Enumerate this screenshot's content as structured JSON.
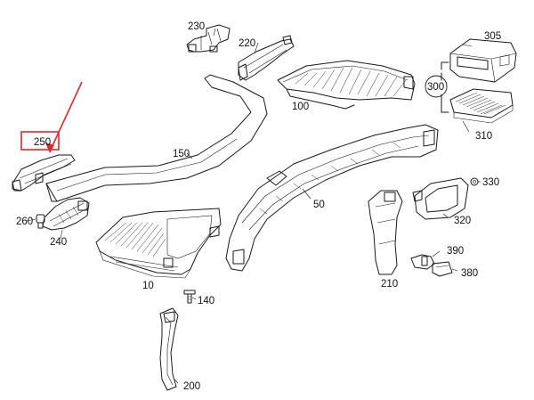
{
  "diagram": {
    "part_labels": {
      "p10": "10",
      "p50": "50",
      "p100": "100",
      "p140": "140",
      "p150": "150",
      "p200": "200",
      "p210": "210",
      "p220": "220",
      "p230": "230",
      "p240": "240",
      "p250": "250",
      "p260": "260",
      "p300": "300",
      "p305": "305",
      "p310": "310",
      "p320": "320",
      "p330": "330",
      "p380": "380",
      "p390": "390"
    },
    "highlight": {
      "part": "250",
      "color": "#e3262b"
    },
    "colors": {
      "line": "#1a1a1a",
      "background": "#ffffff"
    }
  }
}
